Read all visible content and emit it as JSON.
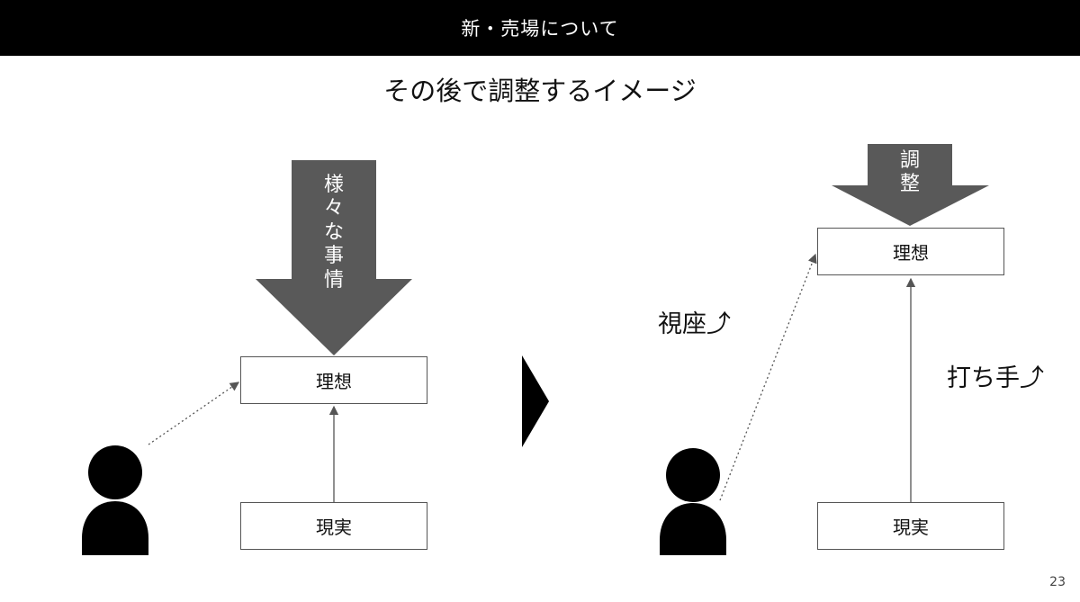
{
  "header": {
    "title": "新・売場について"
  },
  "subtitle": "その後で調整するイメージ",
  "left": {
    "arrow_chars": [
      "様",
      "々",
      "な",
      "事",
      "情"
    ],
    "ideal": "理想",
    "reality": "現実"
  },
  "right": {
    "arrow_chars": [
      "調",
      "整"
    ],
    "ideal": "理想",
    "reality": "現実",
    "viewpoint_label": "視座⤴",
    "action_label": "打ち手⤴"
  },
  "page_number": "23",
  "colors": {
    "header_bg": "#000000",
    "arrow_fill": "#595959",
    "box_border": "#555555",
    "person": "#000000"
  },
  "icons": [
    "person-icon",
    "next-arrow-icon",
    "down-arrow-icon"
  ]
}
